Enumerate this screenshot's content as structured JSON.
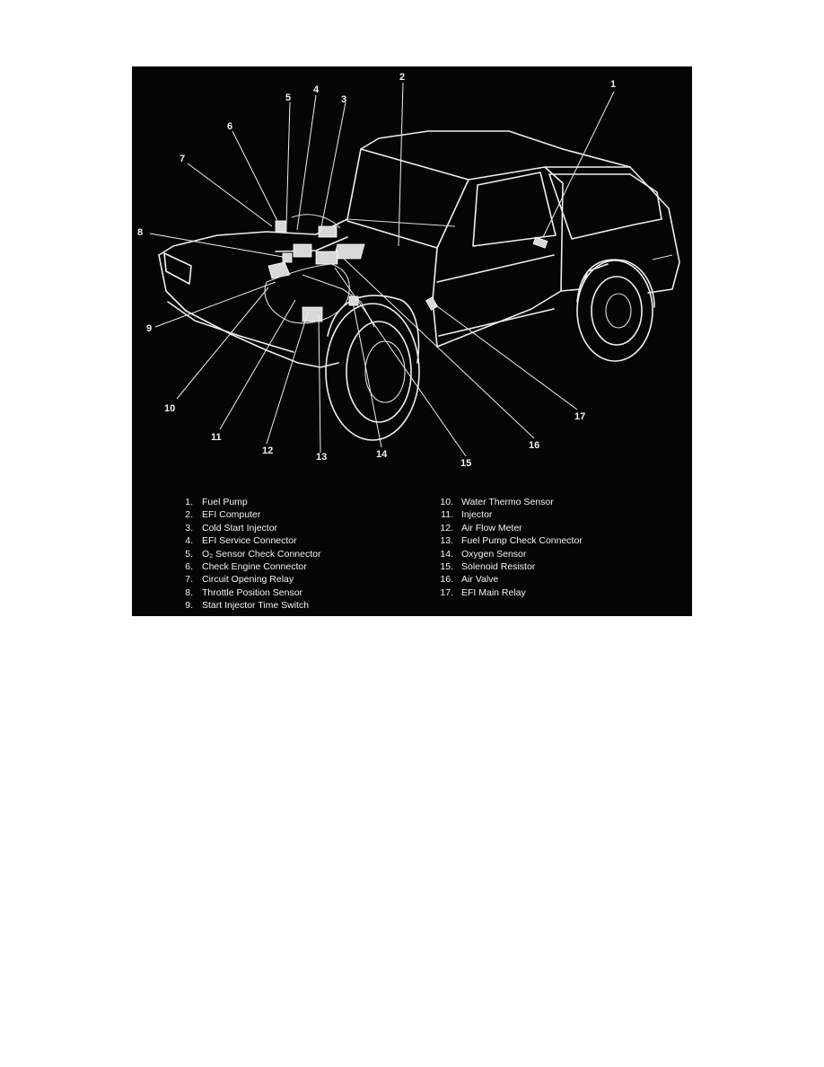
{
  "figure": {
    "callout_numbers": [
      "1",
      "2",
      "3",
      "4",
      "5",
      "6",
      "7",
      "8",
      "9",
      "10",
      "11",
      "12",
      "13",
      "14",
      "15",
      "16",
      "17"
    ]
  },
  "legend": {
    "left": [
      {
        "num": "1.",
        "label": "Fuel Pump"
      },
      {
        "num": "2.",
        "label": "EFI Computer"
      },
      {
        "num": "3.",
        "label": "Cold Start Injector"
      },
      {
        "num": "4.",
        "label": "EFI Service Connector"
      },
      {
        "num": "5.",
        "label": "O₂ Sensor Check Connector"
      },
      {
        "num": "6.",
        "label": "Check Engine Connector"
      },
      {
        "num": "7.",
        "label": "Circuit Opening Relay"
      },
      {
        "num": "8.",
        "label": "Throttle Position Sensor"
      },
      {
        "num": "9.",
        "label": "Start Injector Time Switch"
      }
    ],
    "right": [
      {
        "num": "10.",
        "label": "Water Thermo Sensor"
      },
      {
        "num": "11.",
        "label": "Injector"
      },
      {
        "num": "12.",
        "label": "Air Flow Meter"
      },
      {
        "num": "13.",
        "label": "Fuel Pump Check Connector"
      },
      {
        "num": "14.",
        "label": "Oxygen Sensor"
      },
      {
        "num": "15.",
        "label": "Solenoid Resistor"
      },
      {
        "num": "16.",
        "label": "Air Valve"
      },
      {
        "num": "17.",
        "label": "EFI Main Relay"
      }
    ]
  }
}
